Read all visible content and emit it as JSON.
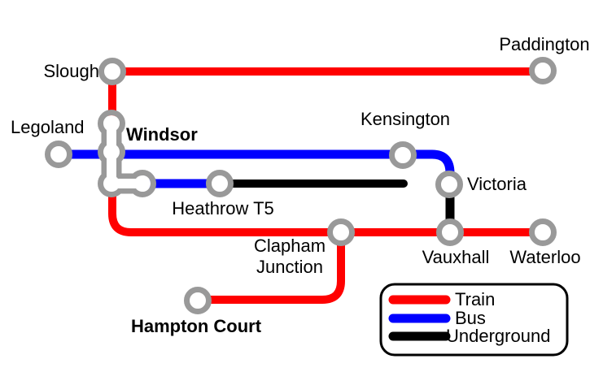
{
  "map": {
    "stations": [
      {
        "id": "slough",
        "label": "Slough"
      },
      {
        "id": "paddington",
        "label": "Paddington"
      },
      {
        "id": "legoland",
        "label": "Legoland"
      },
      {
        "id": "windsor",
        "label": "Windsor"
      },
      {
        "id": "kensington",
        "label": "Kensington"
      },
      {
        "id": "heathrow-t5",
        "label": "Heathrow T5"
      },
      {
        "id": "victoria",
        "label": "Victoria"
      },
      {
        "id": "clapham-junction",
        "label": "Clapham\nJunction"
      },
      {
        "id": "vauxhall",
        "label": "Vauxhall"
      },
      {
        "id": "waterloo",
        "label": "Waterloo"
      },
      {
        "id": "hampton-court",
        "label": "Hampton Court"
      }
    ],
    "legend": {
      "items": [
        {
          "label": "Train",
          "color": "#ff0000"
        },
        {
          "label": "Bus",
          "color": "#0000ff"
        },
        {
          "label": "Underground",
          "color": "#000000"
        }
      ]
    },
    "colors": {
      "train": "#ff0000",
      "bus": "#0000ff",
      "underground": "#000000",
      "station_ring": "#999999",
      "station_fill": "#ffffff",
      "background": "#ffffff",
      "text": "#000000"
    }
  }
}
